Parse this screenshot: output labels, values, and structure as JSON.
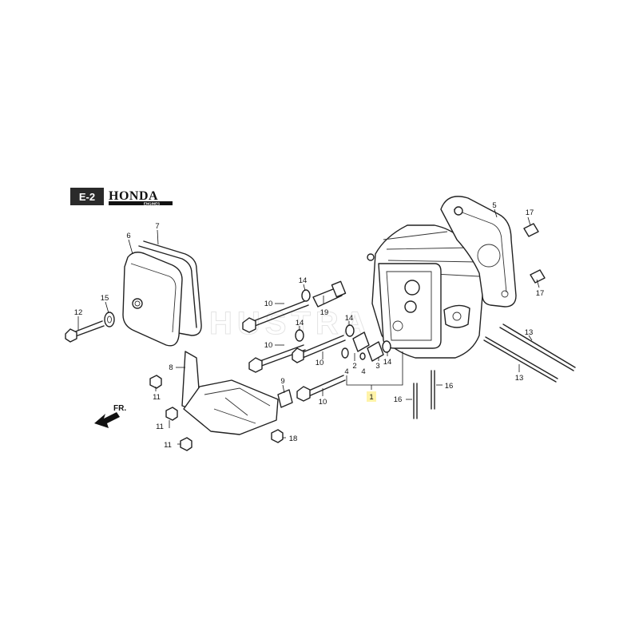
{
  "header": {
    "section_code": "E-2",
    "brand": "HONDA",
    "brand_sub": "ENGINES"
  },
  "watermark": "HUSTRA",
  "direction": {
    "label": "FR."
  },
  "callouts": [
    {
      "id": "c1",
      "text": "1",
      "highlight": true
    },
    {
      "id": "c2",
      "text": "2"
    },
    {
      "id": "c3",
      "text": "3"
    },
    {
      "id": "c4a",
      "text": "4"
    },
    {
      "id": "c4b",
      "text": "4"
    },
    {
      "id": "c5",
      "text": "5"
    },
    {
      "id": "c6",
      "text": "6"
    },
    {
      "id": "c7",
      "text": "7"
    },
    {
      "id": "c8",
      "text": "8"
    },
    {
      "id": "c9",
      "text": "9"
    },
    {
      "id": "c10a",
      "text": "10"
    },
    {
      "id": "c10b",
      "text": "10"
    },
    {
      "id": "c10c",
      "text": "10"
    },
    {
      "id": "c10d",
      "text": "10"
    },
    {
      "id": "c11a",
      "text": "11"
    },
    {
      "id": "c11b",
      "text": "11"
    },
    {
      "id": "c11c",
      "text": "11"
    },
    {
      "id": "c12",
      "text": "12"
    },
    {
      "id": "c13a",
      "text": "13"
    },
    {
      "id": "c13b",
      "text": "13"
    },
    {
      "id": "c14a",
      "text": "14"
    },
    {
      "id": "c14b",
      "text": "14"
    },
    {
      "id": "c14c",
      "text": "14"
    },
    {
      "id": "c14d",
      "text": "14"
    },
    {
      "id": "c15",
      "text": "15"
    },
    {
      "id": "c16a",
      "text": "16"
    },
    {
      "id": "c16b",
      "text": "16"
    },
    {
      "id": "c17a",
      "text": "17"
    },
    {
      "id": "c17b",
      "text": "17"
    },
    {
      "id": "c18",
      "text": "18"
    },
    {
      "id": "c19",
      "text": "19"
    }
  ],
  "colors": {
    "ink": "#222222",
    "highlight": "#fff3a8",
    "header_box": "#2a2a2a"
  }
}
